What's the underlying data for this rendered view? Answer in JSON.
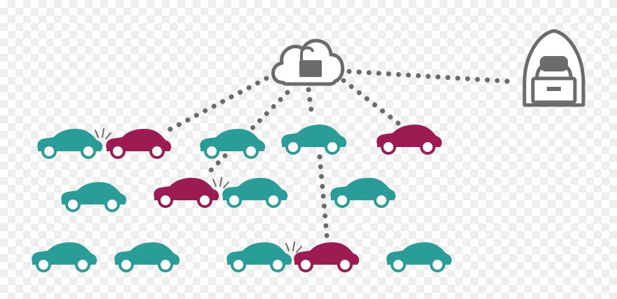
{
  "colors": {
    "normal_car": "#2a9d98",
    "compromised_car": "#9b1b52",
    "icon_stroke": "#6b6b6b",
    "dots": "#6b6b6b"
  },
  "icons": {
    "cloud": "cloud-unlocked-icon",
    "attacker": "hooded-hacker-icon"
  },
  "cars": [
    {
      "id": "car-r1-1",
      "state": "normal"
    },
    {
      "id": "car-r1-2",
      "state": "compromised"
    },
    {
      "id": "car-r1-3",
      "state": "normal"
    },
    {
      "id": "car-r1-4",
      "state": "normal"
    },
    {
      "id": "car-r1-5",
      "state": "compromised"
    },
    {
      "id": "car-r2-1",
      "state": "normal"
    },
    {
      "id": "car-r2-2",
      "state": "compromised"
    },
    {
      "id": "car-r2-3",
      "state": "normal"
    },
    {
      "id": "car-r2-4",
      "state": "normal"
    },
    {
      "id": "car-r3-1",
      "state": "normal"
    },
    {
      "id": "car-r3-2",
      "state": "normal"
    },
    {
      "id": "car-r3-3",
      "state": "normal"
    },
    {
      "id": "car-r3-4",
      "state": "compromised"
    },
    {
      "id": "car-r3-5",
      "state": "normal"
    }
  ]
}
